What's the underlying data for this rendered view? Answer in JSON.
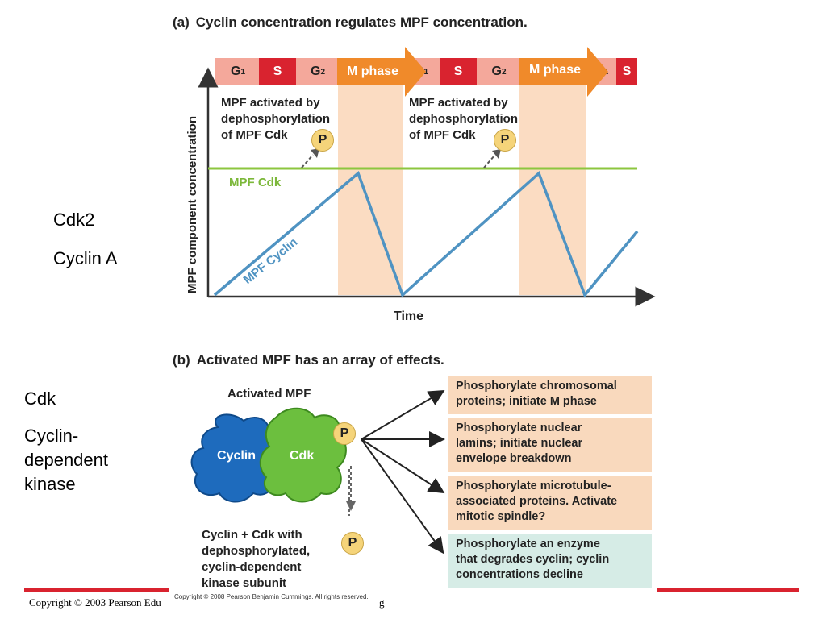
{
  "slide": {
    "left_labels": [
      "Cdk2",
      "Cyclin  A"
    ],
    "left_labels_b": [
      "Cdk",
      "Cyclin-",
      "dependent",
      "kinase"
    ],
    "copyright_main": "Copyright © 2003 Pearson Edu",
    "copyright_trail": "g",
    "copyright_figure": "Copyright © 2008 Pearson Benjamin Cummings. All rights reserved."
  },
  "part_a": {
    "label": "(a)",
    "title": "Cyclin concentration regulates MPF concentration.",
    "phases": [
      {
        "main": "G",
        "sub": "1",
        "kind": "g"
      },
      {
        "main": "S",
        "sub": "",
        "kind": "s"
      },
      {
        "main": "G",
        "sub": "2",
        "kind": "g"
      },
      {
        "main": "M phase",
        "sub": "",
        "kind": "m"
      },
      {
        "main": "G",
        "sub": "1",
        "kind": "g"
      },
      {
        "main": "S",
        "sub": "",
        "kind": "s"
      },
      {
        "main": "G",
        "sub": "2",
        "kind": "g"
      },
      {
        "main": "M phase",
        "sub": "",
        "kind": "m"
      },
      {
        "main": "G",
        "sub": "1",
        "kind": "g"
      },
      {
        "main": "S",
        "sub": "",
        "kind": "s"
      }
    ],
    "y_axis_label": "MPF component concentration",
    "x_axis_label": "Time",
    "note_1": [
      "MPF activated by",
      "dephosphorylation",
      "of MPF Cdk"
    ],
    "note_2": [
      "MPF activated by",
      "dephosphorylation",
      "of MPF Cdk"
    ],
    "phospho_label": "P",
    "mpf_cdk_label": "MPF Cdk",
    "mpf_cyclin_label": "MPF Cyclin"
  },
  "part_b": {
    "label": "(b)",
    "title": "Activated MPF has an array of effects.",
    "activated_label": "Activated MPF",
    "cyclin_label": "Cyclin",
    "cdk_label": "Cdk",
    "phospho_label": "P",
    "bottom_caption": [
      "Cyclin + Cdk with",
      "dephosphorylated,",
      "cyclin-dependent",
      "kinase subunit"
    ],
    "effects": [
      {
        "lines": [
          "Phosphorylate chromosomal",
          "proteins; initiate M phase"
        ]
      },
      {
        "lines": [
          "Phosphorylate nuclear",
          "lamins; initiate nuclear",
          "envelope breakdown"
        ]
      },
      {
        "lines": [
          "Phosphorylate microtubule-",
          "associated proteins. Activate",
          "mitotic spindle?"
        ]
      },
      {
        "lines": [
          "Phosphorylate an enzyme",
          "that degrades cyclin; cyclin",
          "concentrations decline"
        ]
      }
    ]
  },
  "colors": {
    "g_phase": "#f4a89b",
    "s_phase": "#d9232f",
    "m_phase": "#f08a2a",
    "m_band": "#fbdcc2",
    "cdk_line": "#8cc63f",
    "cyclin_line": "#4f93c2",
    "cyclin_blob": "#1e6bbd",
    "cdk_blob": "#6cbf3e",
    "phospho": "#f5d47a"
  }
}
